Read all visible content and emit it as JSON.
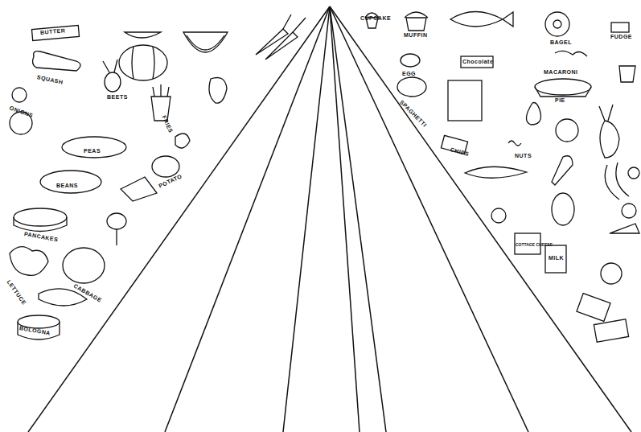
{
  "diagram": {
    "labels": [
      "BUTTER",
      "SQUASH",
      "ONIONS",
      "BEETS",
      "FRIES",
      "PEAS",
      "POTATO",
      "BEANS",
      "PANCAKES",
      "LETTUCE",
      "CABBAGE",
      "BOLOGNA",
      "CUPCAKE",
      "MUFFIN",
      "BAGEL",
      "FUDGE",
      "MACARONI",
      "EGG",
      "Chocolate",
      "SPAGHETTI",
      "PIE",
      "CHIPS",
      "NUTS",
      "COTTAGE CHEESE",
      "MILK"
    ]
  }
}
